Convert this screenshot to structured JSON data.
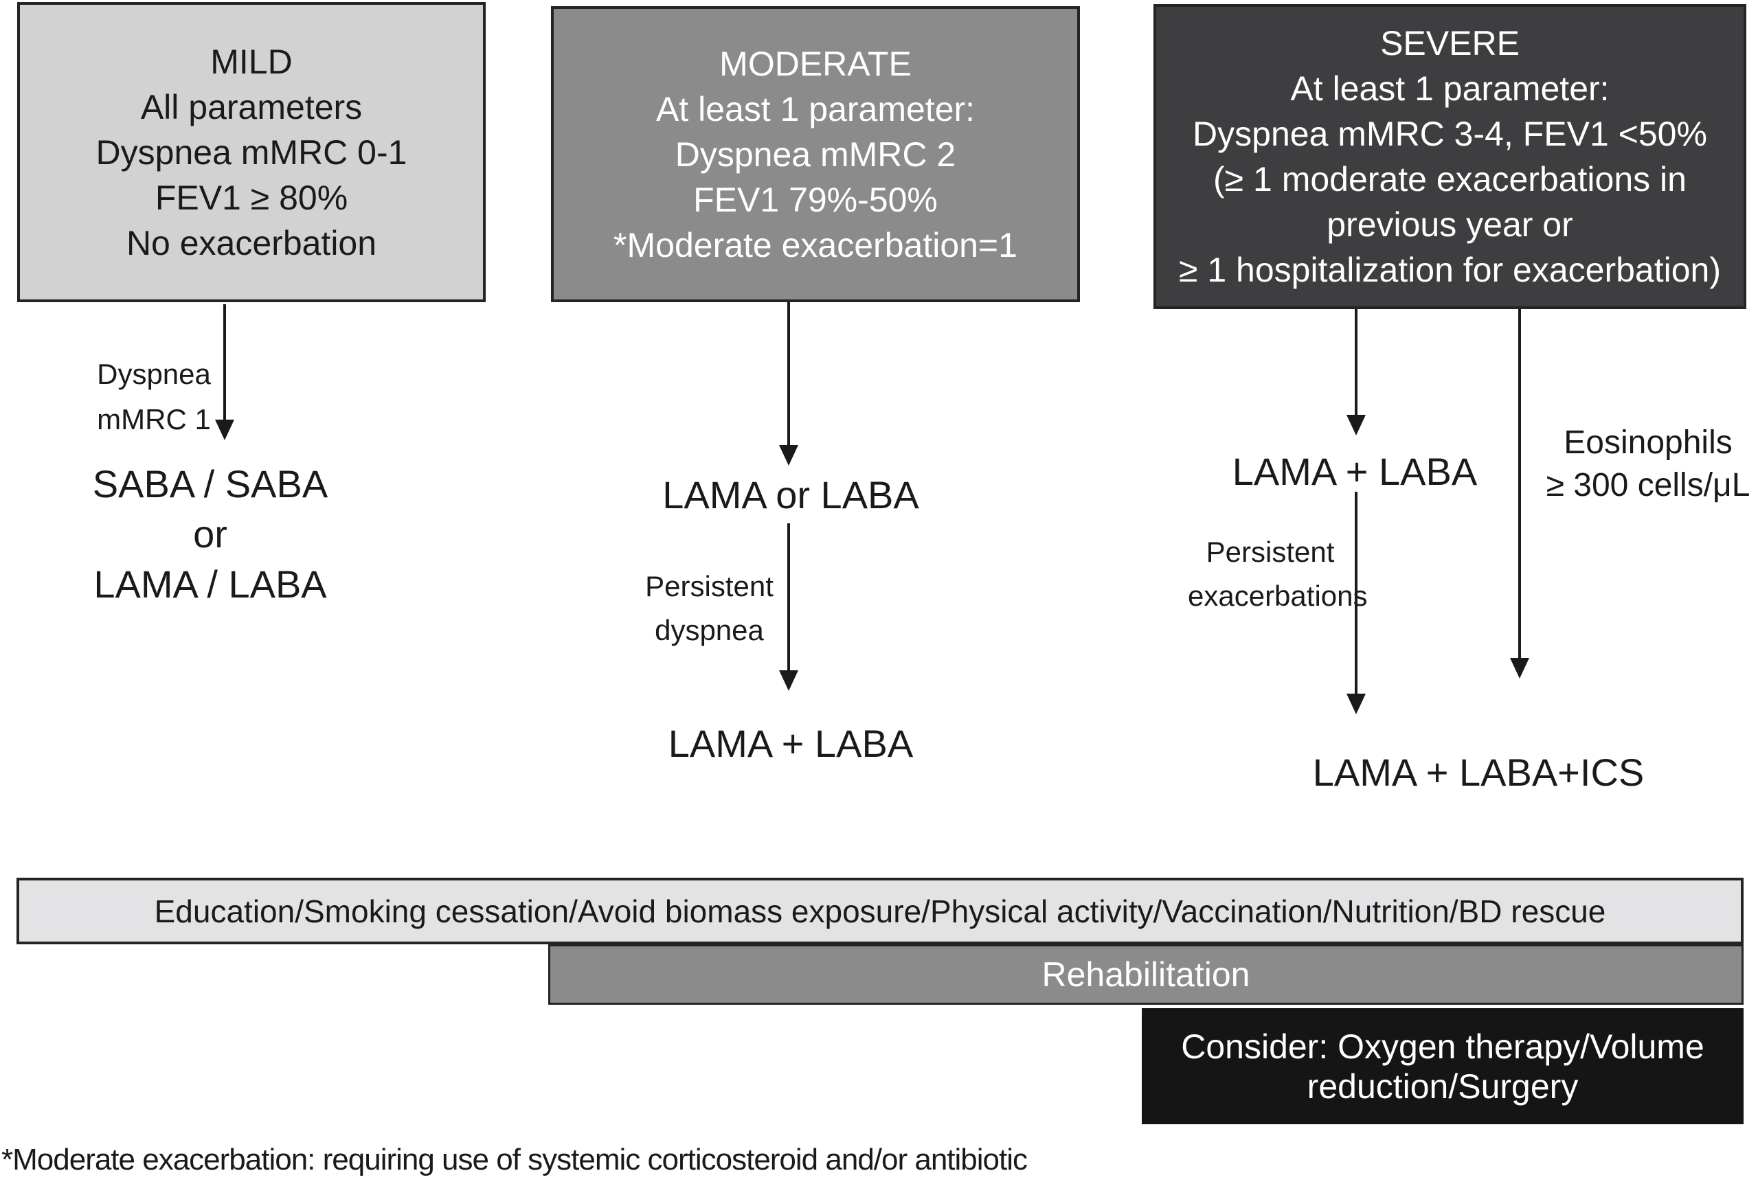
{
  "boxes": {
    "mild": {
      "title": "MILD",
      "lines": [
        "All parameters",
        "Dyspnea mMRC 0-1",
        "FEV1 ≥ 80%",
        "No exacerbation"
      ]
    },
    "moderate": {
      "title": "MODERATE",
      "lines": [
        "At least 1 parameter:",
        "Dyspnea mMRC 2",
        "FEV1 79%-50%",
        "*Moderate exacerbation=1"
      ]
    },
    "severe": {
      "title": "SEVERE",
      "lines": [
        "At least 1 parameter:",
        "Dyspnea mMRC 3-4, FEV1 <50%",
        "(≥ 1 moderate exacerbations in",
        "previous year or",
        "≥ 1 hospitalization for exacerbation)"
      ]
    }
  },
  "arrow_labels": {
    "mild": {
      "line1": "Dyspnea",
      "line2": "mMRC 1"
    },
    "moderate": {
      "line1": "Persistent",
      "line2": "dyspnea"
    },
    "severe": {
      "line1": "Persistent",
      "line2": "exacerbations"
    },
    "eosinophils": {
      "line1": "Eosinophils",
      "line2": "≥ 300 cells/μL"
    }
  },
  "treatments": {
    "mild": {
      "line1": "SABA / SABA",
      "line2": "or",
      "line3": "LAMA / LABA"
    },
    "moderate_step1": "LAMA or LABA",
    "moderate_step2": "LAMA + LABA",
    "severe_step1": "LAMA + LABA",
    "severe_step2": "LAMA + LABA+ICS"
  },
  "bars": {
    "general": "Education/Smoking cessation/Avoid biomass exposure/Physical activity/Vaccination/Nutrition/BD rescue",
    "rehabilitation": "Rehabilitation",
    "consider": "Consider: Oxygen therapy/Volume reduction/Surgery"
  },
  "footnote": "*Moderate exacerbation: requiring use of systemic corticosteroid and/or antibiotic",
  "colors": {
    "mild_box": "#d2d2d2",
    "moderate_box": "#8b8b8b",
    "severe_box": "#3e3e40",
    "bar_general": "#e3e3e5",
    "bar_rehab": "#8b8b8b",
    "bar_consider": "#151515",
    "border": "#242424",
    "text_dark": "#1a1a1a",
    "text_light": "#ffffff"
  }
}
